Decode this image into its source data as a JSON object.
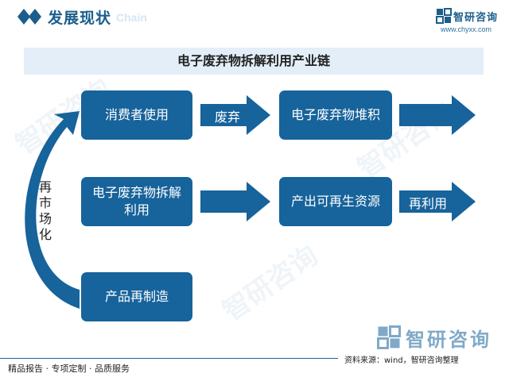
{
  "header": {
    "title": "发展现状",
    "subtitle": "Chain",
    "brand_name": "智研咨询",
    "brand_url": "www.chyxx.com"
  },
  "diagram": {
    "title": "电子废弃物拆解利用产业链",
    "nodes": {
      "consumer_use": "消费者使用",
      "e_waste_pile": "电子废弃物堆积",
      "e_waste_dismantle": "电子废弃物拆解利用",
      "recycled_resources": "产出可再生资源",
      "remanufacture": "产品再制造"
    },
    "edge_labels": {
      "discard": "废弃",
      "reuse": "再利用",
      "remarketing": "再市场化"
    }
  },
  "footer": {
    "services": "精品报告 · 专项定制 · 品质服务",
    "source": "资料来源：wind，智研咨询整理",
    "bottom_brand": "智研咨询"
  },
  "colors": {
    "primary": "#17639b",
    "band": "#e3eef8",
    "title_text": "#1b5e8c"
  }
}
